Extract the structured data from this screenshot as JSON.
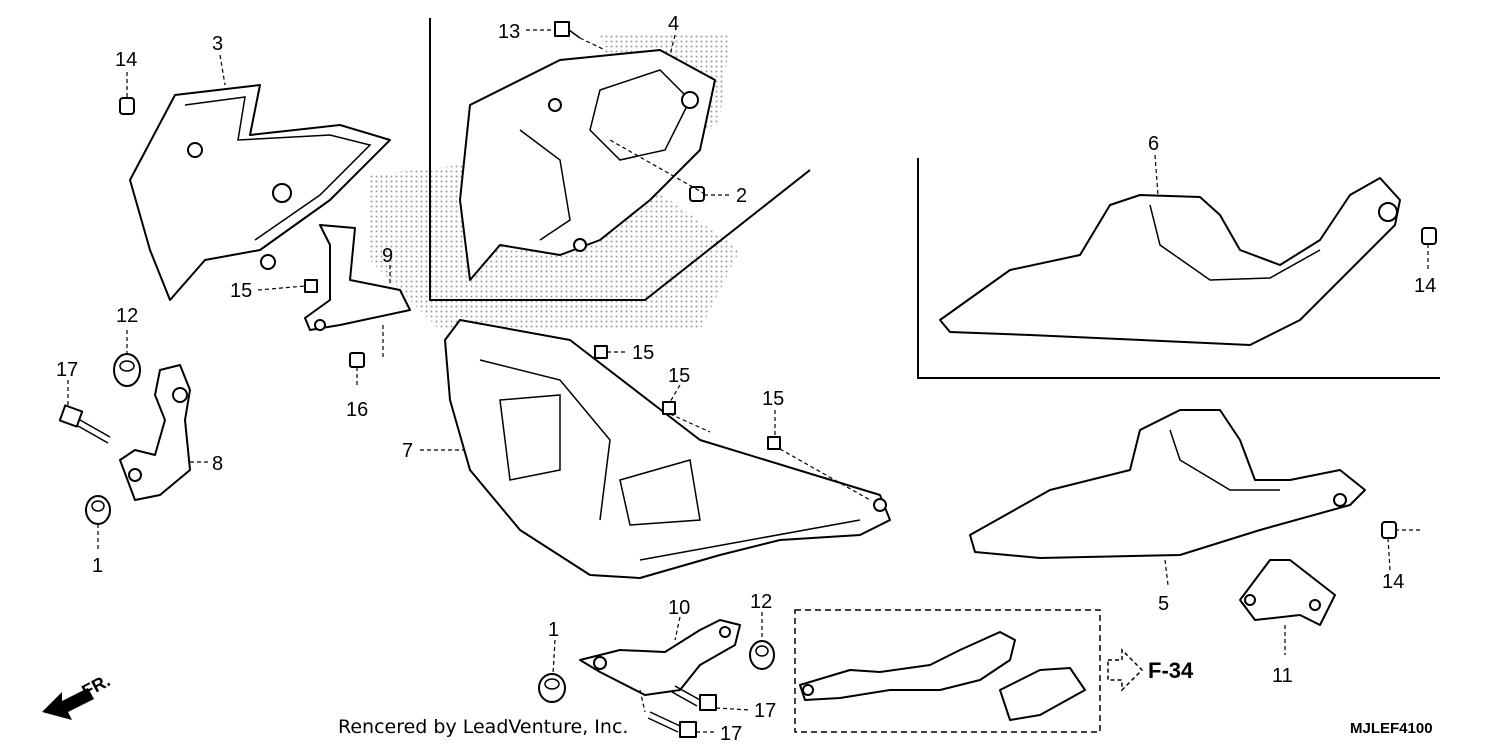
{
  "callouts": {
    "c1a": "1",
    "c1b": "1",
    "c2": "2",
    "c3": "3",
    "c4": "4",
    "c5": "5",
    "c6": "6",
    "c7": "7",
    "c8": "8",
    "c9": "9",
    "c10": "10",
    "c11": "11",
    "c12a": "12",
    "c12b": "12",
    "c13": "13",
    "c14a": "14",
    "c14b": "14",
    "c14c": "14",
    "c15a": "15",
    "c15b": "15",
    "c15c": "15",
    "c15d": "15",
    "c16": "16",
    "c17a": "17",
    "c17b": "17",
    "c17c": "17"
  },
  "reference": "F-34",
  "front_marker": "FR.",
  "credit": "Rencered by LeadVenture, Inc.",
  "diagram_code": "MJLEF4100",
  "colors": {
    "ink": "#000000",
    "paper": "#ffffff",
    "dots": "#9a9a9a"
  }
}
